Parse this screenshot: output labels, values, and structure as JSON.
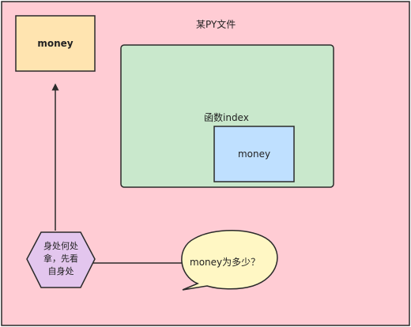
{
  "diagram": {
    "file_label": "某PY文件",
    "outer_money_label": "money",
    "function_label": "函数index",
    "inner_money_label": "money",
    "hexagon_lines": [
      "身处何处",
      "拿，先看",
      "自身处"
    ],
    "bubble_text": "money为多少？"
  },
  "colors": {
    "file_bg": "#ffccd4",
    "outer_money_bg": "#ffe4b0",
    "function_bg": "#c9e8cc",
    "inner_money_bg": "#bfe0ff",
    "hexagon_bg": "#e3c6ee",
    "bubble_bg": "#fff7c4",
    "stroke": "#2a2a2a"
  }
}
